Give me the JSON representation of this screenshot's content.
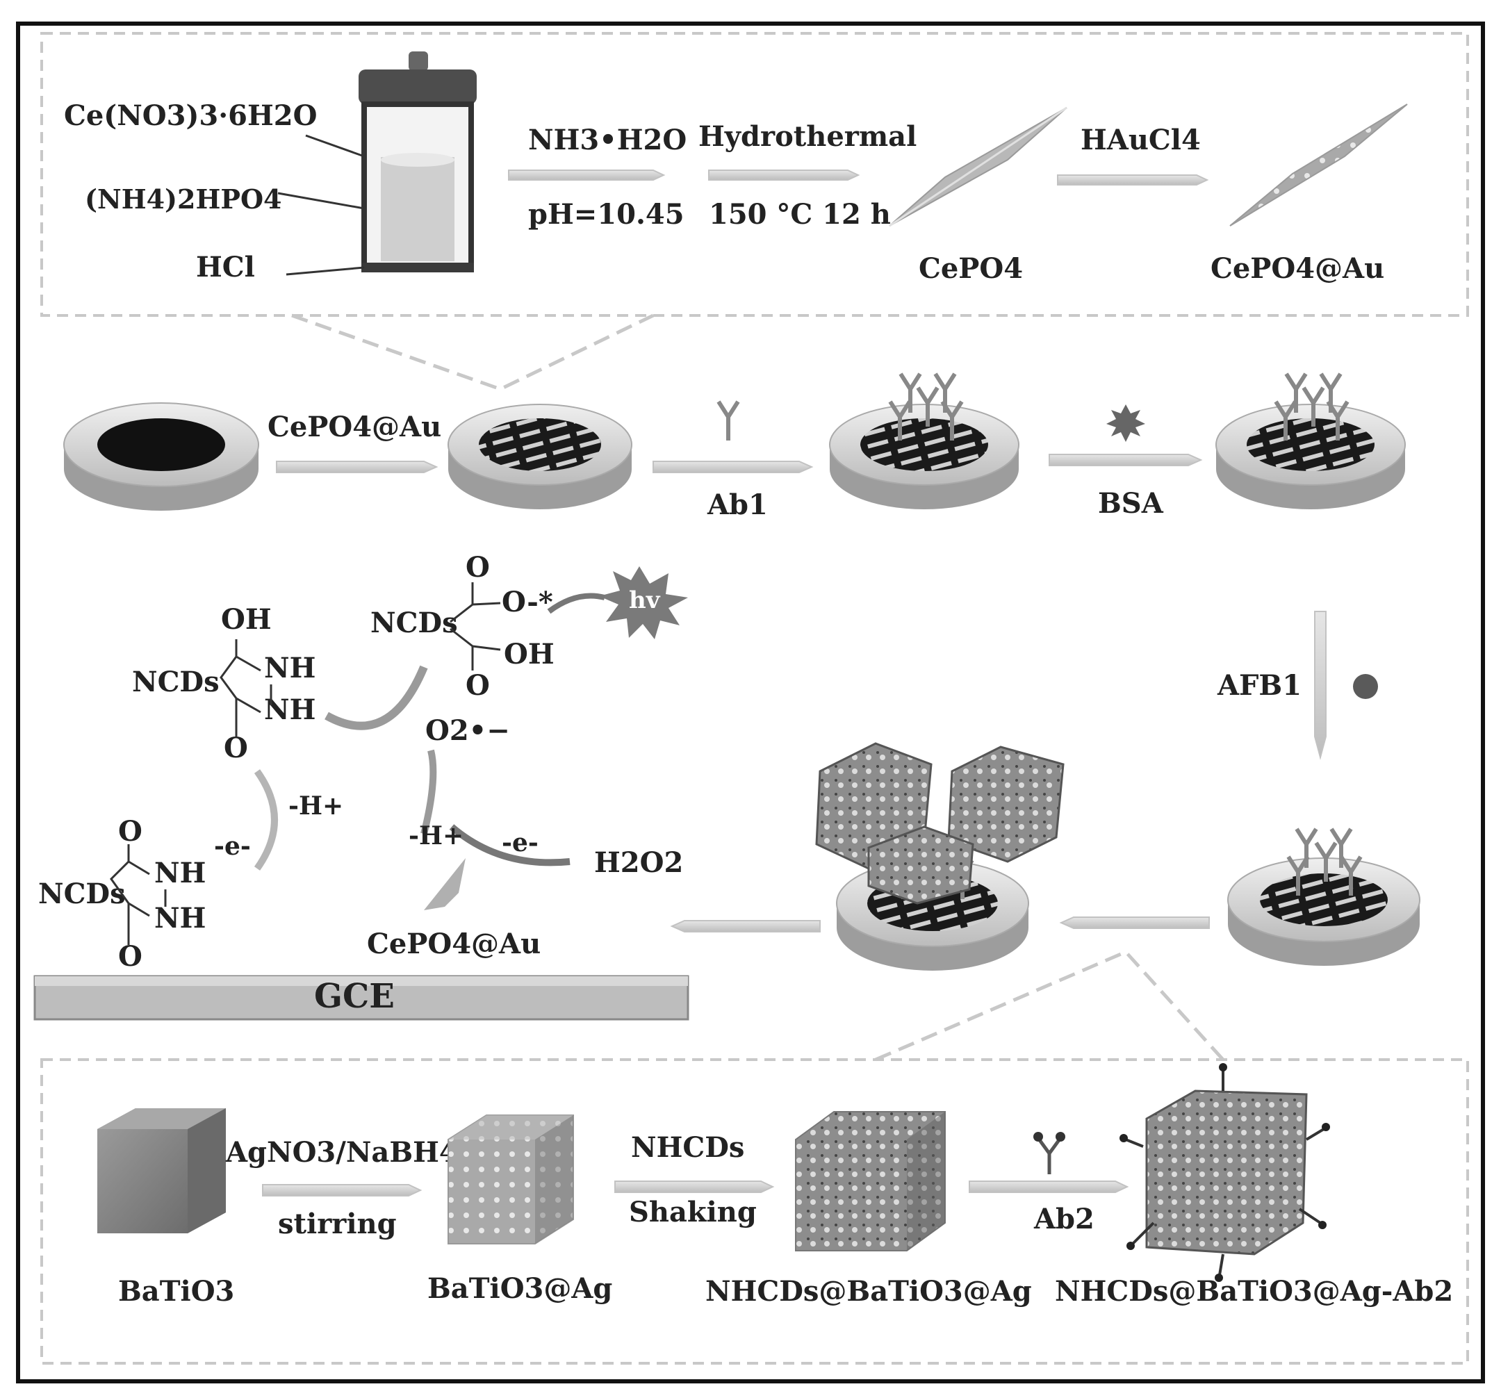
{
  "top": {
    "reagents": [
      "Ce(NO3)3·6H2O",
      "(NH4)2HPO4",
      "HCl"
    ],
    "step1_above": "NH3•H2O",
    "step1_below": "pH=10.45",
    "step2_above": "Hydrothermal",
    "step2_below": "150 °C  12 h",
    "product1": "CePO4",
    "step3_above": "HAuCl4",
    "product2": "CePO4@Au"
  },
  "middle": {
    "label_cepo4au": "CePO4@Au",
    "label_ab1": "Ab1",
    "label_bsa": "BSA",
    "label_afb1": "AFB1"
  },
  "mechanism": {
    "ncds": "NCDs",
    "oh": "OH",
    "nh": "NH",
    "o": "O",
    "o_star": "O-*",
    "hv": "hv",
    "o2": "O2•−",
    "h_plus": "-H+",
    "e_minus": "-e-",
    "h2o2": "H2O2",
    "cepo4au": "CePO4@Au",
    "gce": "GCE"
  },
  "bottom": {
    "bati": "BaTiO3",
    "step1_above": "AgNO3/NaBH4",
    "step1_below": "stirring",
    "bati_ag": "BaTiO3@Ag",
    "step2_above": "NHCDs",
    "step2_below": "Shaking",
    "nhcds_bati_ag": "NHCDs@BaTiO3@Ag",
    "step3_below": "Ab2",
    "final": "NHCDs@BaTiO3@Ag-Ab2"
  }
}
